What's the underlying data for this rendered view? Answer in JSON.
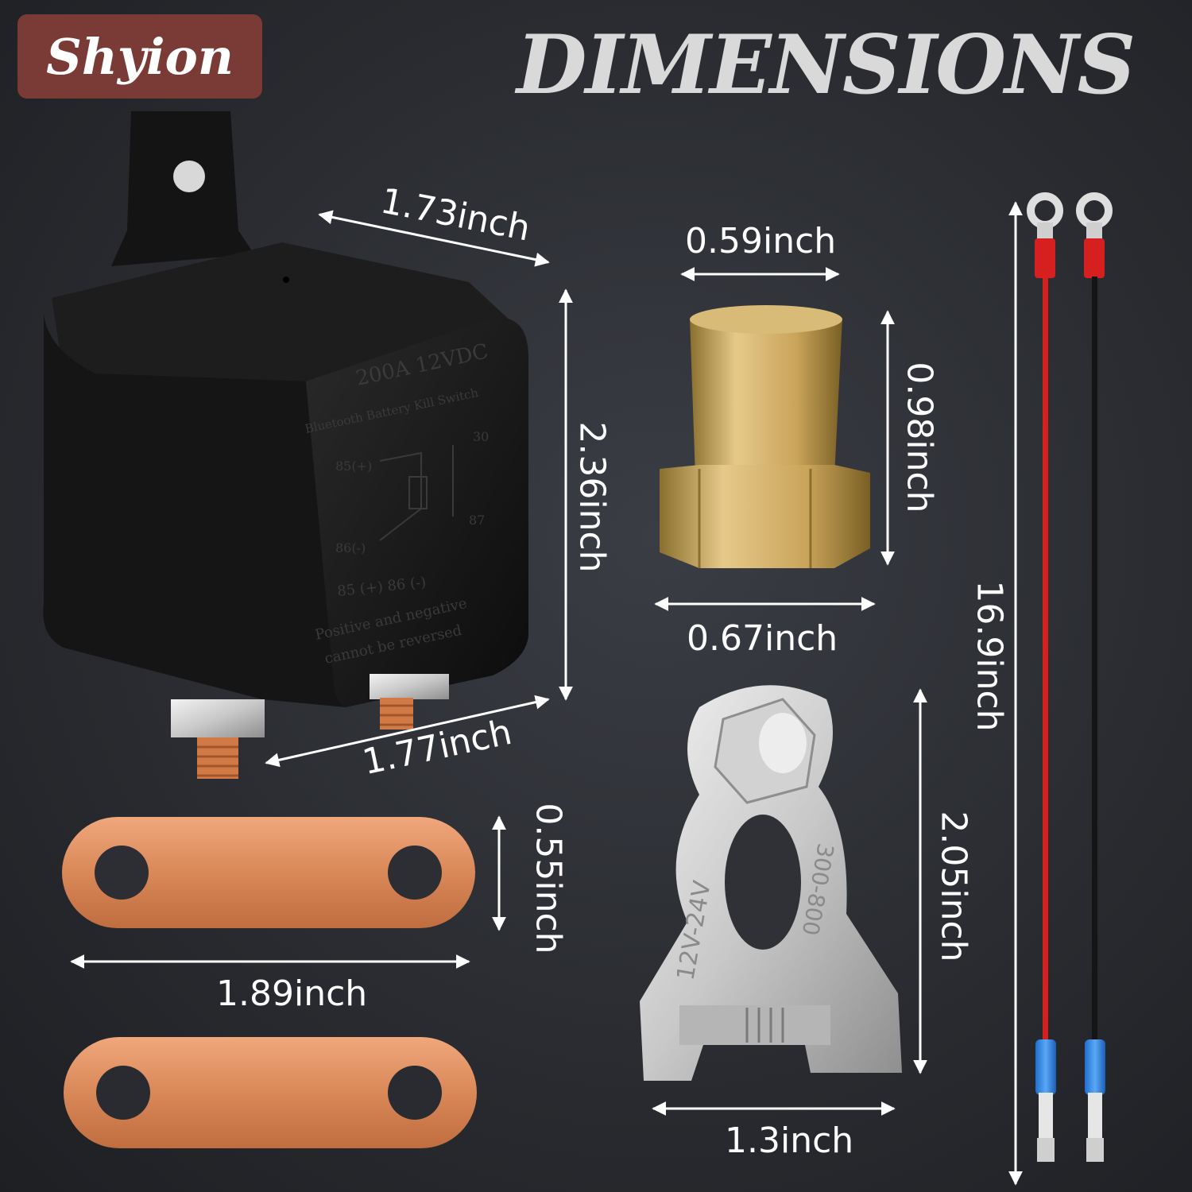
{
  "brand": {
    "name": "Shyion"
  },
  "headline": "DIMENSIONS",
  "relay": {
    "label_top": "1.73inch",
    "label_height": "2.36inch",
    "label_bottom": "1.77inch",
    "print_rating": "200A 12VDC",
    "print_name": "Bluetooth Battery Kill Switch",
    "print_pin30": "30",
    "print_pin87": "87",
    "print_pin85": "85(+)",
    "print_pin86": "86(-)",
    "print_legend": "85 (+)    86 (-)",
    "print_warning_1": "Positive and negative",
    "print_warning_2": "cannot be reversed"
  },
  "brass_post": {
    "label_top": "0.59inch",
    "label_height": "0.98inch",
    "label_bottom": "0.67inch"
  },
  "copper_strip": {
    "label_height": "0.55inch",
    "label_width": "1.89inch"
  },
  "terminal_clamp": {
    "label_height": "2.05inch",
    "label_width": "1.3inch",
    "stamp_1": "12V-24V",
    "stamp_2": "300-800"
  },
  "cables": {
    "label_length": "16.9inch",
    "colors": [
      "#d62020",
      "#151515"
    ]
  }
}
